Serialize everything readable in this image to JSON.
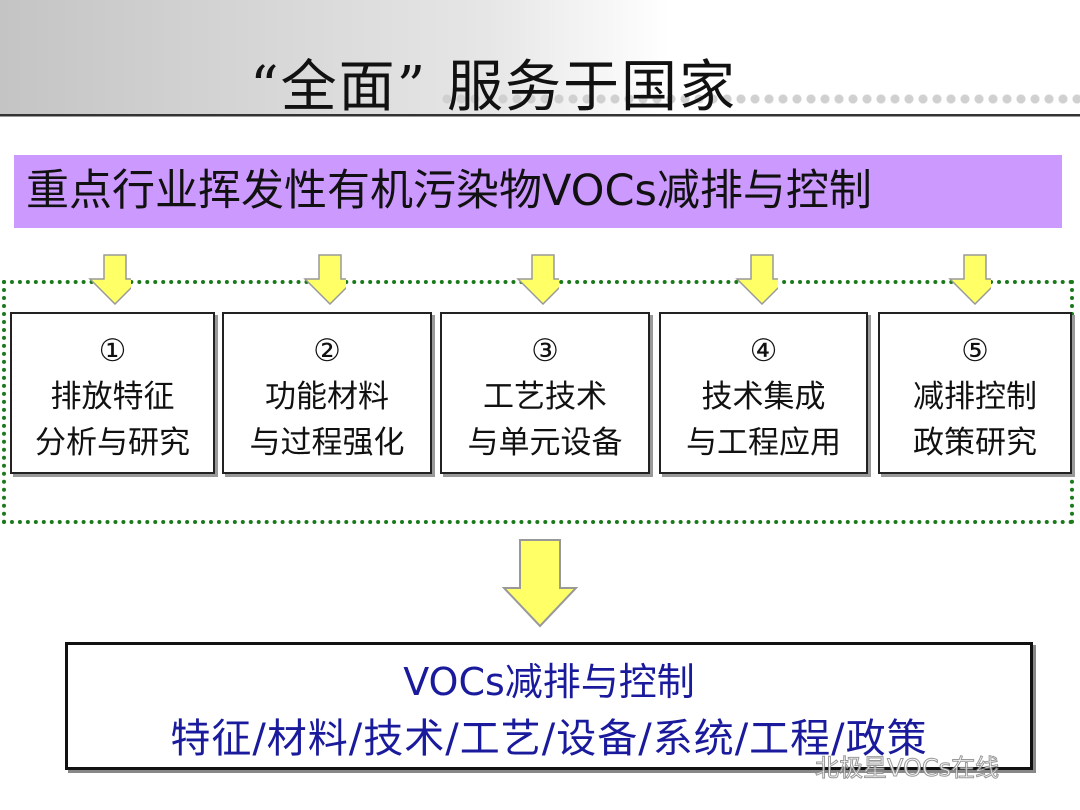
{
  "title": "“全面” 服务于国家",
  "banner": "重点行业挥发性有机污染物VOCs减排与控制",
  "boxes": [
    {
      "num": "①",
      "line1": "排放特征",
      "line2": "分析与研究"
    },
    {
      "num": "②",
      "line1": "功能材料",
      "line2": "与过程强化"
    },
    {
      "num": "③",
      "line1": "工艺技术",
      "line2": "与单元设备"
    },
    {
      "num": "④",
      "line1": "技术集成",
      "line2": "与工程应用"
    },
    {
      "num": "⑤",
      "line1": "减排控制",
      "line2": "政策研究"
    }
  ],
  "bottom": {
    "line1": "VOCs减排与控制",
    "line2": "特征/材料/技术/工艺/设备/系统/工程/政策"
  },
  "watermark": "北极星VOCs在线",
  "colors": {
    "banner": "#cc99ff",
    "arrow": "#ffff66",
    "bottom_text": "#1a1a9c",
    "dotted": "#1a7a1a"
  }
}
